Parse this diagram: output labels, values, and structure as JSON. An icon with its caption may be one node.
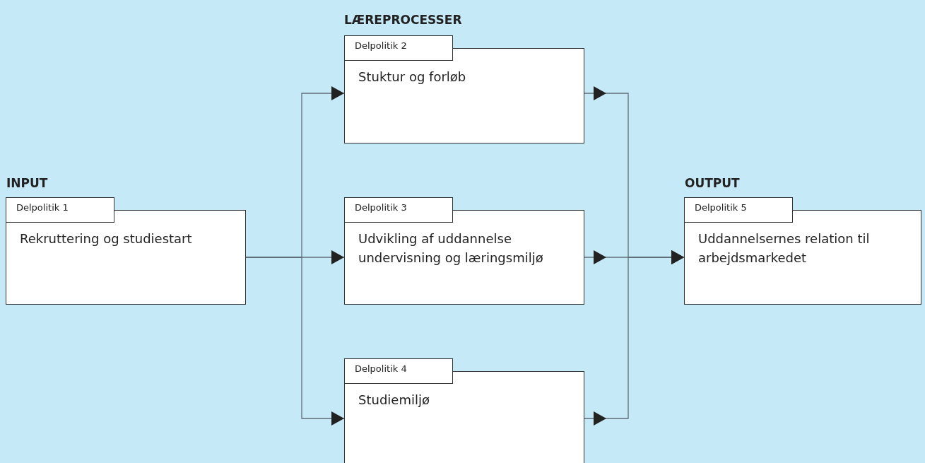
{
  "diagram": {
    "nodes": [
      {
        "text": [
          "INPUT",
          "Delpolitik 1",
          "Rekruttering og studiestart"
        ]
      },
      {
        "text": [
          "Delpolitik 2",
          "Stuktur og forløb"
        ]
      },
      {
        "text": [
          "Delpolitik 3",
          "Udvikling af uddannelse undervisning og læringsmiljø"
        ]
      },
      {
        "text": [
          "Delpolitik 4",
          "Studiemiljø"
        ]
      },
      {
        "text": [
          "OUTPUT",
          "Delpolitik 5",
          "Uddannelsernes relation til arbejdsmarkedet"
        ]
      }
    ],
    "edges": [
      {
        "from": 0,
        "to": 1,
        "arrow": "to"
      },
      {
        "from": 0,
        "to": 2,
        "arrow": "to"
      },
      {
        "from": 0,
        "to": 3,
        "arrow": "to"
      },
      {
        "from": 1,
        "to": 4,
        "arrow": "to"
      },
      {
        "from": 2,
        "to": 4,
        "arrow": "to"
      },
      {
        "from": 3,
        "to": 4,
        "arrow": "to"
      }
    ],
    "labels": [
      "LÆREPROCESSER"
    ]
  }
}
